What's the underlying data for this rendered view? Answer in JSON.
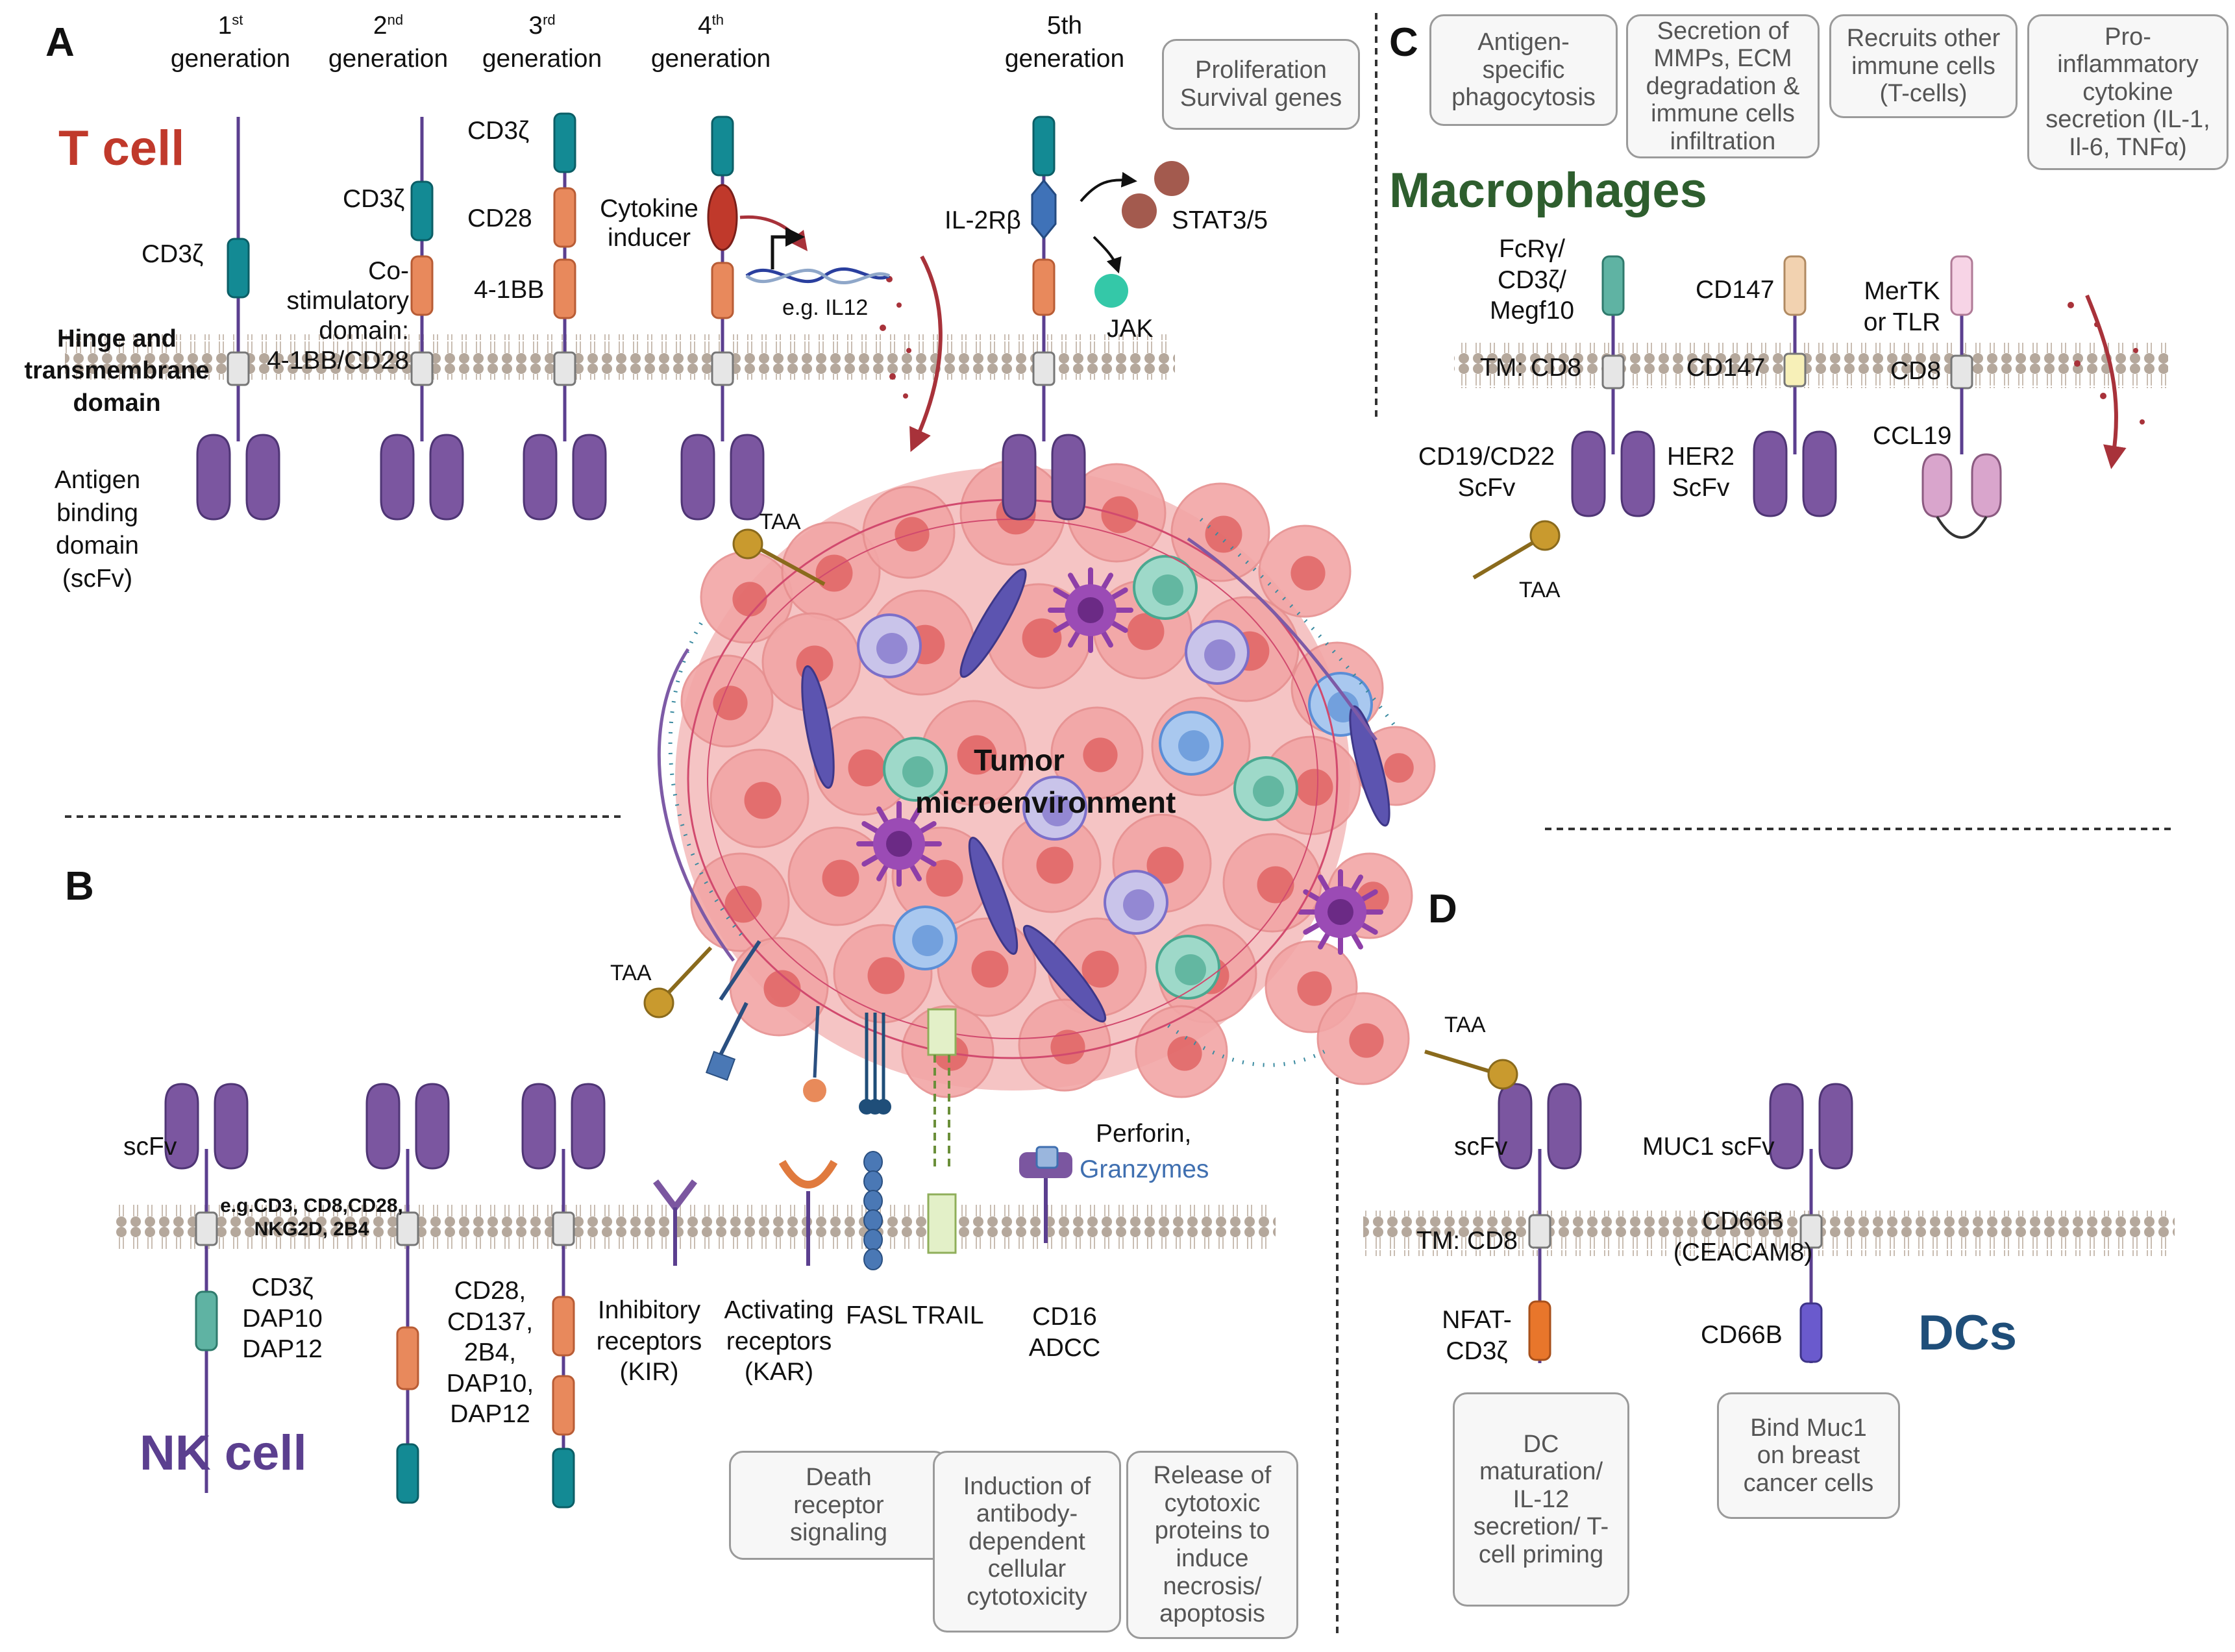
{
  "panels": {
    "a": "A",
    "b": "B",
    "c": "C",
    "d": "D"
  },
  "tcell": {
    "title": "T cell",
    "generations": [
      {
        "num": "1",
        "sup": "st",
        "label": "generation"
      },
      {
        "num": "2",
        "sup": "nd",
        "label": "generation"
      },
      {
        "num": "3",
        "sup": "rd",
        "label": "generation"
      },
      {
        "num": "4",
        "sup": "th",
        "label": "generation"
      },
      {
        "num": "5th",
        "sup": "",
        "label": "generation"
      }
    ],
    "labels": {
      "cd3z_1": "CD3ζ",
      "cd3z_2": "CD3ζ",
      "cd3z_3": "CD3ζ",
      "cd28": "CD28",
      "bb41": "4-1BB",
      "costim": "Co-\nstimulatory\ndomain:\n4-1BB/CD28",
      "cytokine": "Cytokine\ninducer",
      "il12": "e.g. IL12",
      "il2rb": "IL-2Rβ",
      "stat": "STAT3/5",
      "jak": "JAK",
      "hinge": "Hinge and\ntransmembrane\ndomain",
      "antigen": "Antigen\nbinding\ndomain\n(scFv)"
    },
    "box": "Proliferation\nSurvival genes"
  },
  "macrophage": {
    "title": "Macrophages",
    "boxes": [
      "Antigen-\nspecific\nphagocytosis",
      "Secretion of\nMMPs, ECM\ndegradation &\nimmune cells\ninfiltration",
      "Recruits other\nimmune cells\n(T-cells)",
      "Pro-\ninflammatory\ncytokine\nsecretion (IL-1,\nIl-6, TNFα)"
    ],
    "labels": {
      "fcr": "FcRγ/\nCD3ζ/\nMegf10",
      "tm": "TM: CD8",
      "scfv1": "CD19/CD22\nScFv",
      "cd147a": "CD147",
      "cd147b": "CD147",
      "her2": "HER2\nScFv",
      "mertk": "MerTK\nor TLR",
      "cd8": "CD8",
      "ccl19": "CCL19",
      "taa": "TAA"
    }
  },
  "tumor": {
    "line1": "Tumor",
    "line2": "microenvironment",
    "taa": "TAA"
  },
  "nk": {
    "title": "NK cell",
    "labels": {
      "scfv": "scFv",
      "eg": "e.g.CD3, CD8,CD28,\nNKG2D, 2B4",
      "cd3z": "CD3ζ\nDAP10\nDAP12",
      "cd28": "CD28,\nCD137,\n2B4,\nDAP10,\nDAP12",
      "inhib": "Inhibitory\nreceptors\n(KIR)",
      "activ": "Activating\nreceptors\n(KAR)",
      "fasl": "FASL",
      "trail": "TRAIL",
      "cd16": "CD16\nADCC",
      "perforin": "Perforin,",
      "granzymes": "Granzymes",
      "taa": "TAA"
    },
    "boxes": [
      "Death\nreceptor\nsignaling",
      "Induction of\nantibody-\ndependent\ncellular\ncytotoxicity",
      "Release of\ncytotoxic\nproteins to\ninduce\nnecrosis/\napoptosis"
    ]
  },
  "dc": {
    "title": "DCs",
    "labels": {
      "scfv": "scFv",
      "tm": "TM: CD8",
      "nfat": "NFAT-\nCD3ζ",
      "muc1": "MUC1 scFv",
      "cd66b_tm": "CD66B\n(CEACAM8)",
      "cd66b": "CD66B",
      "taa": "TAA"
    },
    "boxes": [
      "DC\nmaturation/\nIL-12\nsecretion/ T-\ncell priming",
      "Bind Muc1\non breast\ncancer cells"
    ]
  },
  "colors": {
    "tcell": "#c0392b",
    "macrophage": "#2e5e2e",
    "nk": "#5b3f8f",
    "dc": "#1f4e79",
    "cd3z": "#138a94",
    "costim": "#e8895c",
    "scfv": "#7b56a0",
    "granzymes": "#3f6fb0"
  }
}
